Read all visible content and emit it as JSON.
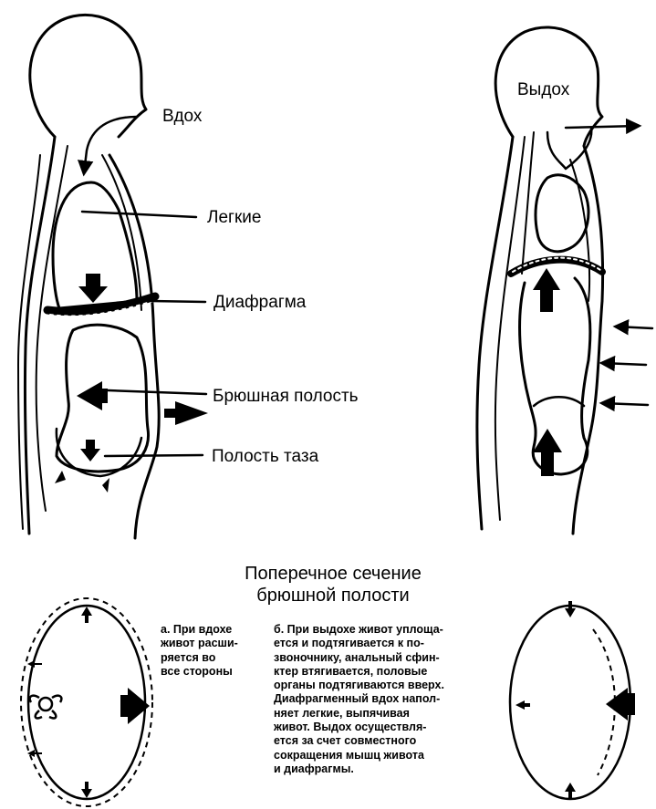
{
  "labels": {
    "inhale": "Вдох",
    "exhale": "Выдох",
    "lungs": "Легкие",
    "diaphragm": "Диафрагма",
    "abdominal_cavity": "Брюшная полость",
    "pelvic_cavity": "Полость таза"
  },
  "section_title": {
    "line1": "Поперечное сечение",
    "line2": "брюшной полости"
  },
  "note_a": [
    "а. При вдохе",
    "живот расши-",
    "ряется во",
    "все стороны"
  ],
  "note_b": [
    "б. При выдохе живот уплоща-",
    "ется и подтягивается к по-",
    "звоночнику, анальный сфин-",
    "ктер втягивается, половые",
    "органы подтягиваются вверх.",
    "Диафрагменный вдох напол-",
    "няет легкие, выпячивая",
    "живот. Выдох осуществля-",
    "ется за счет совместного",
    "сокращения мышц живота",
    "и диафрагмы."
  ]
}
